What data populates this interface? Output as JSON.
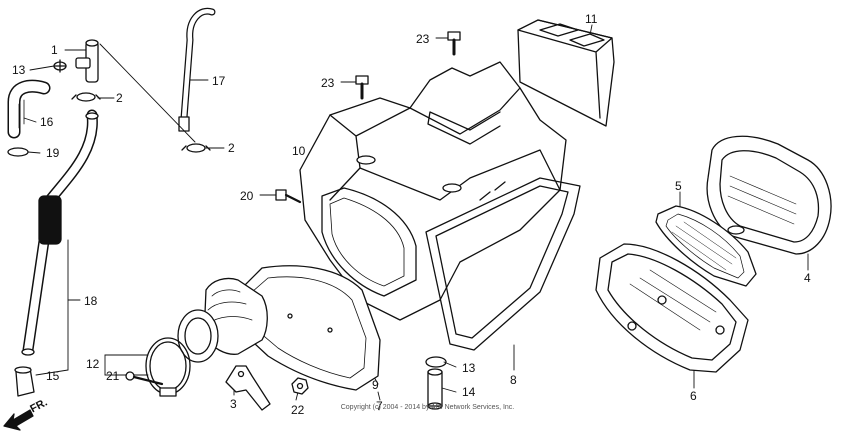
{
  "diagram": {
    "callouts": [
      "1",
      "13",
      "2",
      "16",
      "19",
      "2",
      "17",
      "18",
      "12",
      "21",
      "15",
      "10",
      "23",
      "23",
      "11",
      "20",
      "5",
      "4",
      "3",
      "22",
      "9",
      "7",
      "13",
      "14",
      "8",
      "6"
    ],
    "front_marker": "FR.",
    "copyright": "Copyright (c) 2004 - 2014 by ARI Network Services, Inc."
  }
}
